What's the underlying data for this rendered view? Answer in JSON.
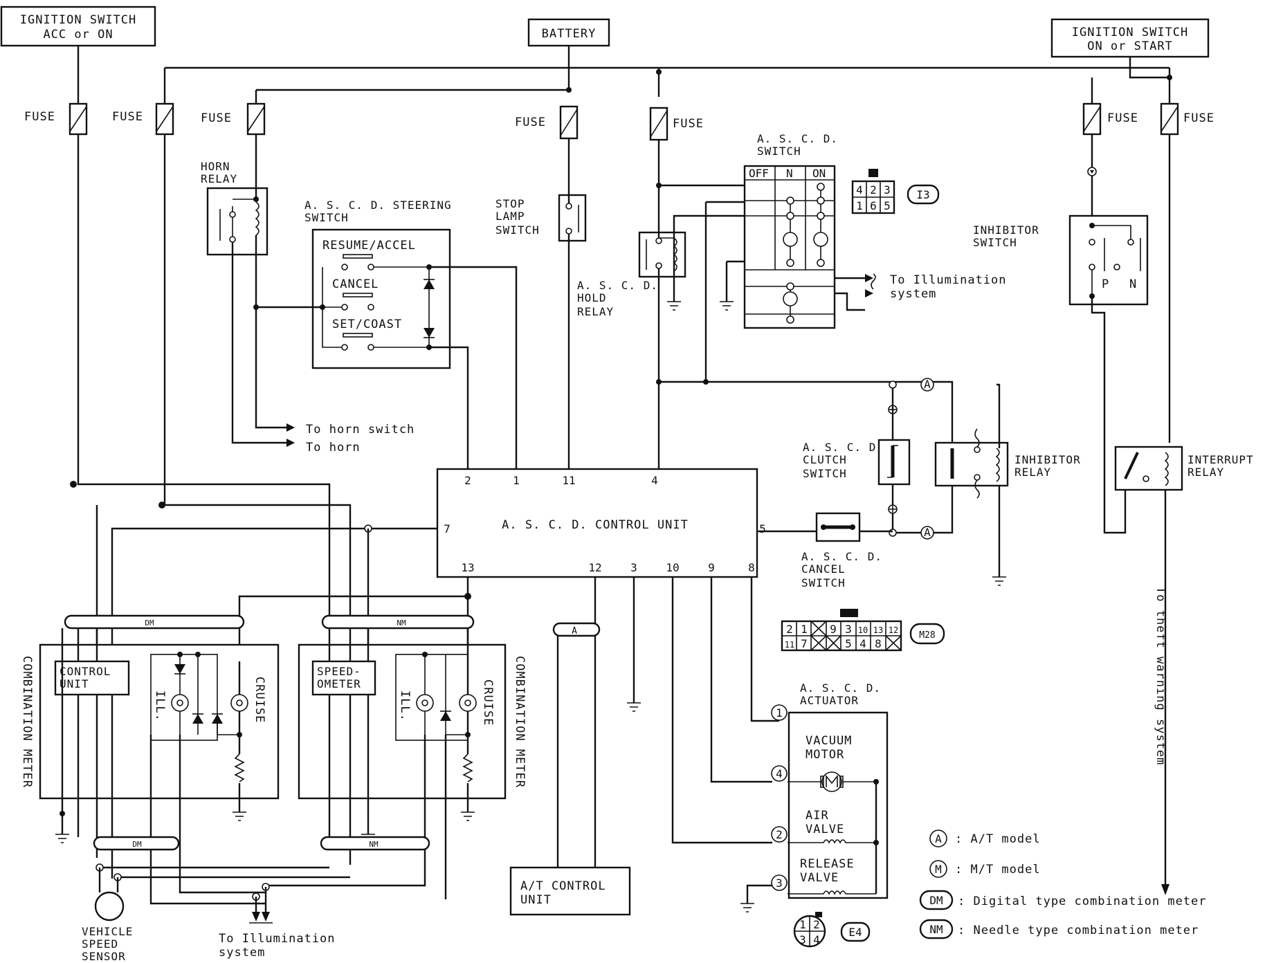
{
  "sources": {
    "ign_acc_1": "IGNITION SWITCH",
    "ign_acc_2": "ACC or ON",
    "battery": "BATTERY",
    "ign_start_1": "IGNITION SWITCH",
    "ign_start_2": "ON or START"
  },
  "fuse_label": "FUSE",
  "components": {
    "horn_relay_1": "HORN",
    "horn_relay_2": "RELAY",
    "steering_switch_1": "A. S. C. D.  STEERING",
    "steering_switch_2": "SWITCH",
    "resume_accel": "RESUME/ACCEL",
    "cancel": "CANCEL",
    "set_coast": "SET/COAST",
    "stop_lamp_1": "STOP",
    "stop_lamp_2": "LAMP",
    "stop_lamp_3": "SWITCH",
    "hold_relay_1": "A. S. C. D.",
    "hold_relay_2": "HOLD",
    "hold_relay_3": "RELAY",
    "ascd_switch_1": "A. S. C. D.",
    "ascd_switch_2": "SWITCH",
    "sw_off": "OFF",
    "sw_n": "N",
    "sw_on": "ON",
    "inhibitor_switch_1": "INHIBITOR",
    "inhibitor_switch_2": "SWITCH",
    "inh_p": "P",
    "inh_n": "N",
    "clutch_switch_1": "A. S. C. D.",
    "clutch_switch_2": "CLUTCH",
    "clutch_switch_3": "SWITCH",
    "inhibitor_relay_1": "INHIBITOR",
    "inhibitor_relay_2": "RELAY",
    "interrupt_relay_1": "INTERRUPT",
    "interrupt_relay_2": "RELAY",
    "control_unit": "A. S. C. D.  CONTROL UNIT",
    "cancel_switch_1": "A. S. C. D.",
    "cancel_switch_2": "CANCEL",
    "cancel_switch_3": "SWITCH",
    "actuator_1": "A. S. C. D.",
    "actuator_2": "ACTUATOR",
    "vacuum_motor_1": "VACUUM",
    "vacuum_motor_2": "MOTOR",
    "air_valve_1": "AIR",
    "air_valve_2": "VALVE",
    "release_valve_1": "RELEASE",
    "release_valve_2": "VALVE",
    "at_control_1": "A/T  CONTROL",
    "at_control_2": "UNIT",
    "combination_meter": "COMBINATION METER",
    "cm_control_1": "CONTROL",
    "cm_control_2": "UNIT",
    "speedometer_1": "SPEED-",
    "speedometer_2": "OMETER",
    "ill": "ILL.",
    "cruise": "CRUISE",
    "vss_1": "VEHICLE",
    "vss_2": "SPEED",
    "vss_3": "SENSOR"
  },
  "routes": {
    "to_illum_1": "To Illumination",
    "to_illum_2": "system",
    "to_horn_switch": "To horn switch",
    "to_horn": "To horn",
    "to_theft": "To theft warning system",
    "bottom_illum_1": "To Illumination",
    "bottom_illum_2": "system"
  },
  "pins": {
    "p2": "2",
    "p1": "1",
    "p11": "11",
    "p4": "4",
    "p7": "7",
    "p5": "5",
    "p13": "13",
    "p12": "12",
    "p3": "3",
    "p10": "10",
    "p9": "9",
    "p8": "8"
  },
  "actuator_pins": [
    "1",
    "4",
    "2",
    "3"
  ],
  "badges": {
    "dm": "DM",
    "nm": "NM",
    "a": "A",
    "m": "M"
  },
  "connectors": {
    "i3_grid": [
      "4",
      "2",
      "3",
      "1",
      "6",
      "5"
    ],
    "i3_code": "I3",
    "m28_row1": [
      "2",
      "1",
      "",
      "9",
      "3",
      "10",
      "13",
      "12"
    ],
    "m28_row2": [
      "11",
      "7",
      "",
      "",
      "5",
      "4",
      "8",
      ""
    ],
    "m28_code": "M28",
    "e4_grid": [
      "1",
      "2",
      "3",
      "4"
    ],
    "e4_code": "E4"
  },
  "legend": [
    {
      "badge": "A",
      "text": ":  A/T model"
    },
    {
      "badge": "M",
      "text": ":  M/T model"
    },
    {
      "badge": "DM",
      "text": ":  Digital type combination meter"
    },
    {
      "badge": "NM",
      "text": ":  Needle type combination meter"
    }
  ]
}
